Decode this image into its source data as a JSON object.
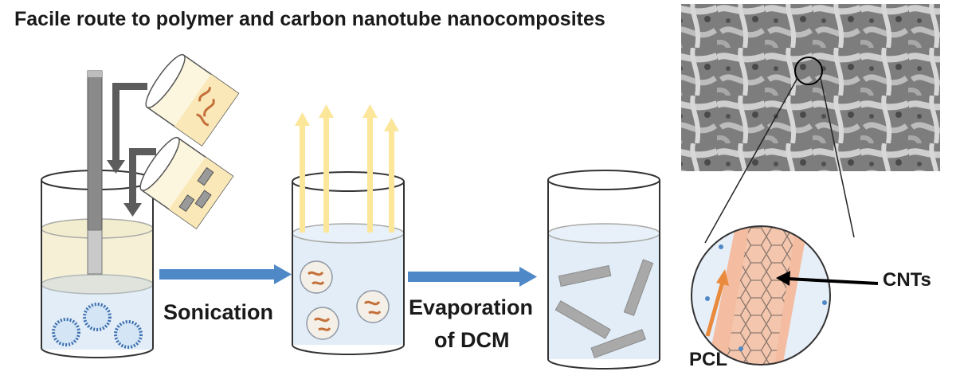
{
  "title": "Facile route to polymer and carbon nanotube nanocomposites",
  "steps": {
    "sonication": "Sonication",
    "evaporation_line1": "Evaporation",
    "evaporation_line2": "of DCM"
  },
  "callouts": {
    "cnts": "CNTs",
    "pcl": "PCL"
  },
  "colors": {
    "process_arrow": "#4f88c6",
    "vapor_arrow": "#fce69a",
    "pcl_sheath": "#f4bca0",
    "cnt_rod": "#a9a9a9",
    "solvent_top": "#f6f0d6",
    "water": "#e2edf7",
    "pcl_arrow": "#e98a3c"
  },
  "icons": [
    "sonicator-probe",
    "pour-arrow",
    "vial-polymer",
    "vial-cnt",
    "beaker",
    "micelle",
    "sem-micrograph",
    "magnify-circle"
  ]
}
